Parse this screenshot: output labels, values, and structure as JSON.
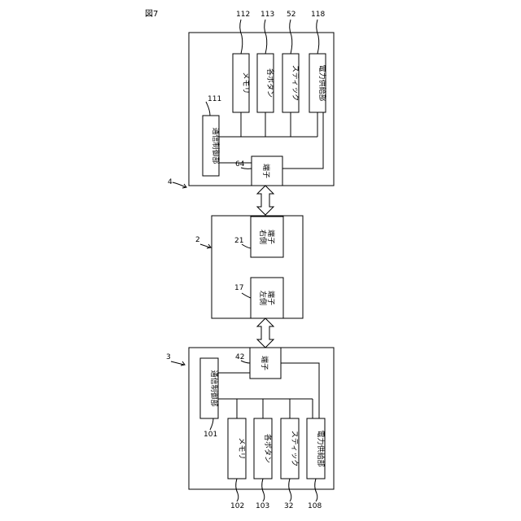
{
  "figure": {
    "label": "図7"
  },
  "device4": {
    "ref": "4",
    "comm_ref": "111",
    "comm_label": "通信制御部",
    "memory_ref": "112",
    "memory_label": "メモリ",
    "buttons_ref": "113",
    "buttons_label": "各ボタン",
    "stick_ref": "52",
    "stick_label": "スティック",
    "power_ref": "118",
    "power_label": "電力供給部",
    "terminal_ref": "64",
    "terminal_label": "端子"
  },
  "device2": {
    "ref": "2",
    "right_ref": "21",
    "right_label_1": "右側",
    "right_label_2": "端子",
    "left_ref": "17",
    "left_label_1": "左側",
    "left_label_2": "端子"
  },
  "device3": {
    "ref": "3",
    "comm_ref": "101",
    "comm_label": "通信制御部",
    "memory_ref": "102",
    "memory_label": "メモリ",
    "buttons_ref": "103",
    "buttons_label": "各ボタン",
    "stick_ref": "32",
    "stick_label": "スティック",
    "power_ref": "108",
    "power_label": "電力供給部",
    "terminal_ref": "42",
    "terminal_label": "端子"
  }
}
